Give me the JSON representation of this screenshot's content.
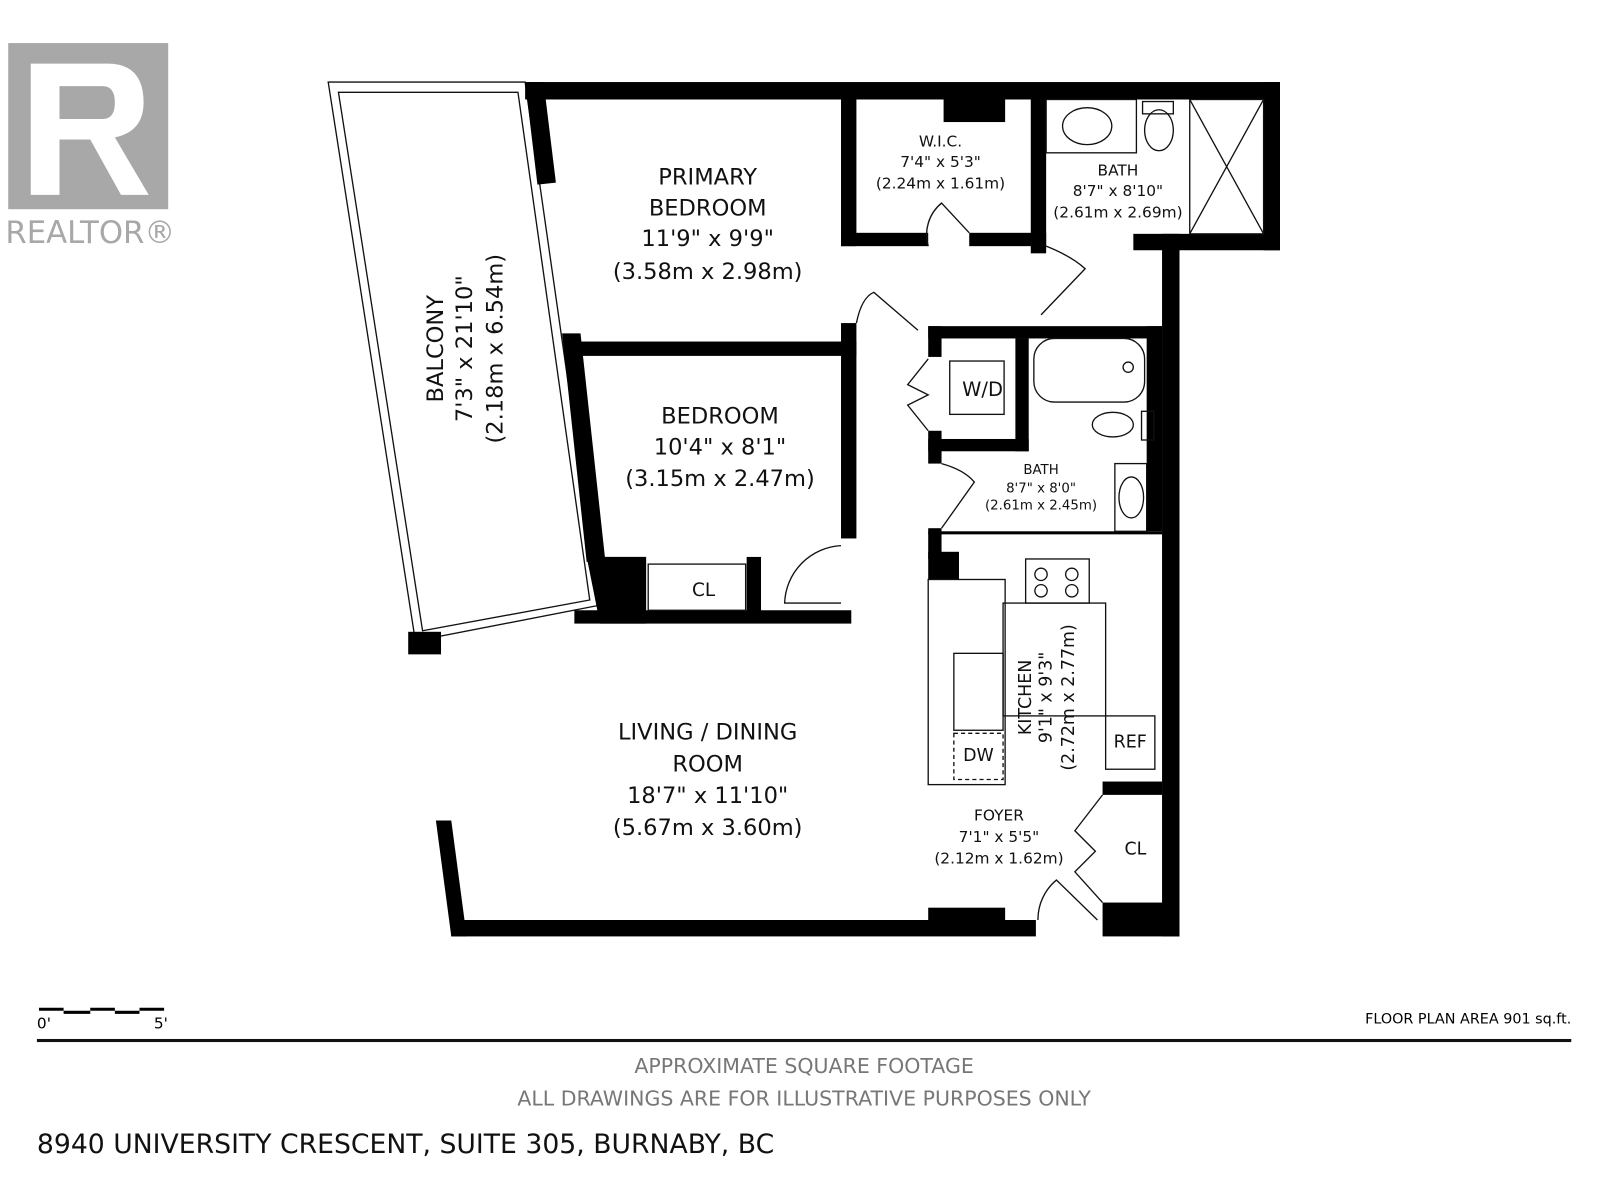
{
  "logo": {
    "text": "REALTOR®"
  },
  "rooms": {
    "primary_bedroom": {
      "name1": "PRIMARY",
      "name2": "BEDROOM",
      "imperial": "11'9\" x 9'9\"",
      "metric": "(3.58m x 2.98m)"
    },
    "wic": {
      "name": "W.I.C.",
      "imperial": "7'4\" x 5'3\"",
      "metric": "(2.24m x 1.61m)"
    },
    "bath1": {
      "name": "BATH",
      "imperial": "8'7\" x 8'10\"",
      "metric": "(2.61m x 2.69m)"
    },
    "balcony": {
      "name": "BALCONY",
      "imperial": "7'3\" x 21'10\"",
      "metric": "(2.18m x 6.54m)"
    },
    "bedroom": {
      "name": "BEDROOM",
      "imperial": "10'4\" x 8'1\"",
      "metric": "(3.15m x 2.47m)"
    },
    "wd": {
      "name": "W/D"
    },
    "bath2": {
      "name": "BATH",
      "imperial": "8'7\" x 8'0\"",
      "metric": "(2.61m x 2.45m)"
    },
    "closet1": {
      "name": "CL"
    },
    "kitchen": {
      "name": "KITCHEN",
      "imperial": "9'1\" x 9'3\"",
      "metric": "(2.72m x 2.77m)"
    },
    "dw": {
      "name": "DW"
    },
    "ref": {
      "name": "REF"
    },
    "living": {
      "name1": "LIVING / DINING",
      "name2": "ROOM",
      "imperial": "18'7\" x 11'10\"",
      "metric": "(5.67m x 3.60m)"
    },
    "foyer": {
      "name": "FOYER",
      "imperial": "7'1\" x 5'5\"",
      "metric": "(2.12m x 1.62m)"
    },
    "closet2": {
      "name": "CL"
    }
  },
  "scale": {
    "start": "0'",
    "end": "5'"
  },
  "area": "FLOOR PLAN AREA 901 sq.ft.",
  "disclaimer": {
    "line1": "APPROXIMATE SQUARE FOOTAGE",
    "line2": "ALL DRAWINGS ARE FOR ILLUSTRATIVE PURPOSES ONLY"
  },
  "address": "8940 UNIVERSITY CRESCENT, SUITE 305, BURNABY, BC"
}
